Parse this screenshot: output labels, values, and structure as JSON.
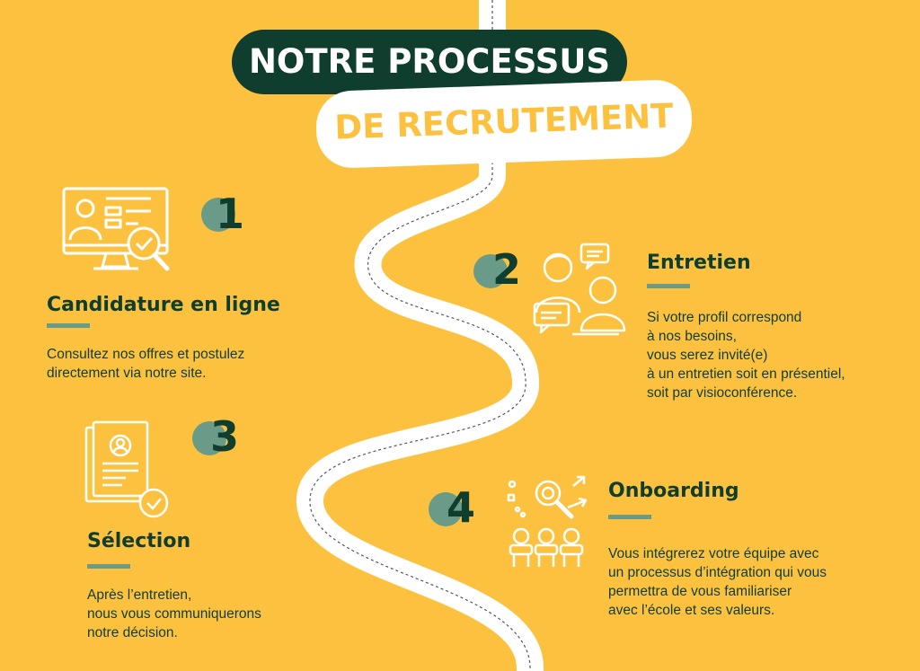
{
  "header": {
    "line1": "NOTRE PROCESSUS",
    "line2": "DE RECRUTEMENT"
  },
  "steps": [
    {
      "number": "1",
      "title": "Candidature en ligne",
      "description": "Consultez nos offres et postulez\ndirectement via notre site.",
      "icon": "computer-profile-check-icon"
    },
    {
      "number": "2",
      "title": "Entretien",
      "description": "Si votre profil correspond\nà nos besoins,\nvous serez invité(e)\nà un entretien soit en présentiel,\nsoit par visioconférence.",
      "icon": "interview-chat-icon"
    },
    {
      "number": "3",
      "title": "Sélection",
      "description": "Après l’entretien,\nnous vous communiquerons\nnotre décision.",
      "icon": "document-profile-check-icon"
    },
    {
      "number": "4",
      "title": "Onboarding",
      "description": "Vous intégrerez votre équipe avec\nun processus d’intégration qui vous\npermettra de vous familiariser\navec l’école et ses valeurs.",
      "icon": "team-search-icon"
    }
  ],
  "colors": {
    "background": "#fcc23f",
    "dark_green": "#0f3d2e",
    "sage": "#6a9a88",
    "white": "#ffffff"
  }
}
